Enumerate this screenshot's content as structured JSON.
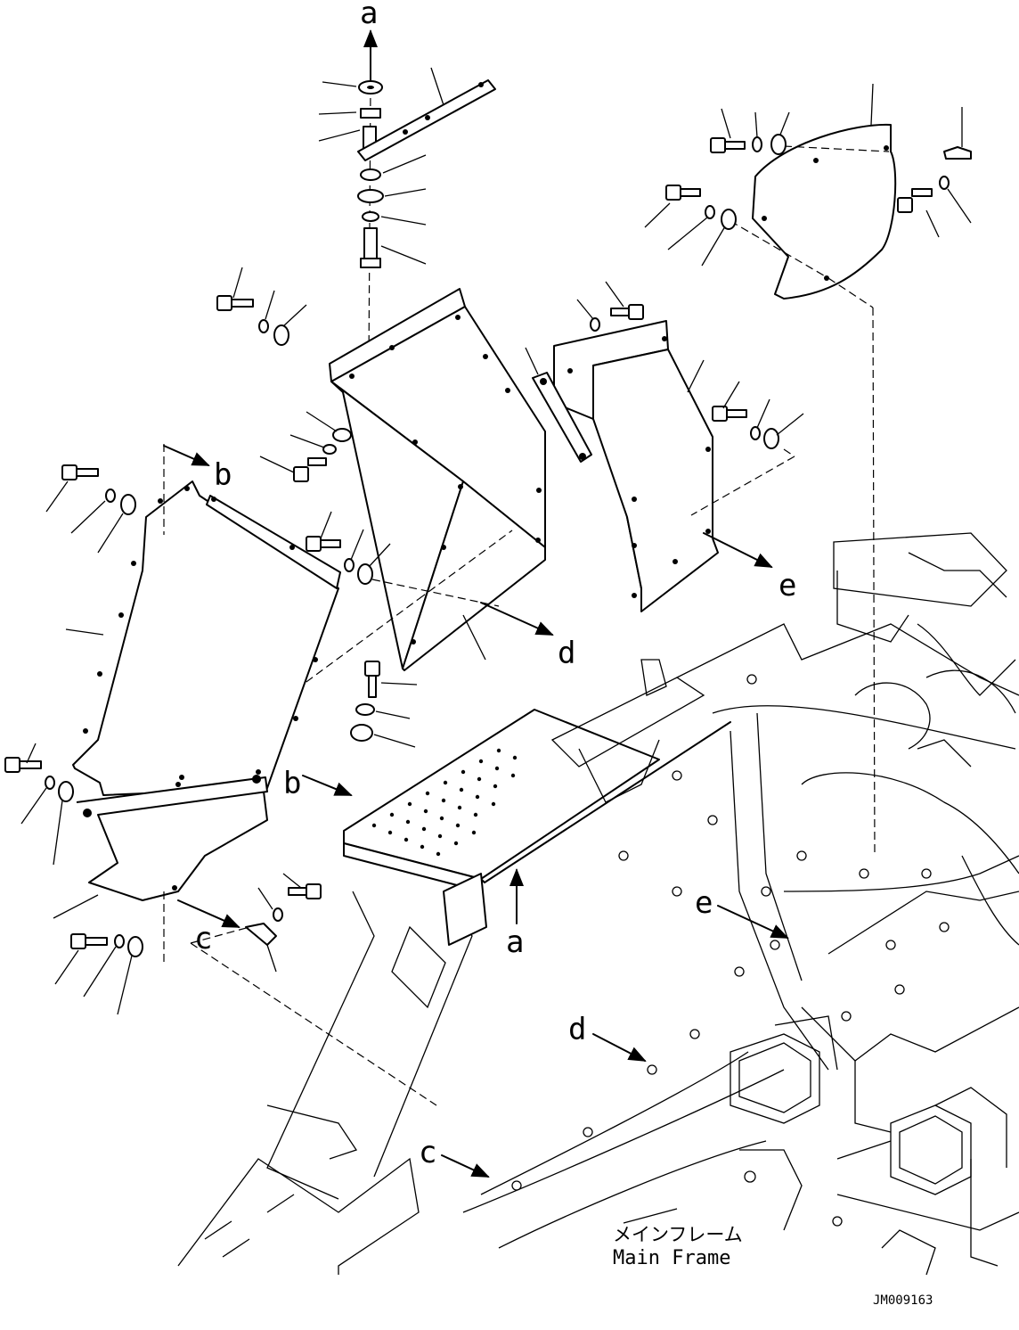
{
  "reference_labels": {
    "a": "a",
    "b": "b",
    "c": "c",
    "d": "d",
    "e": "e"
  },
  "main_frame": {
    "japanese": "メインフレーム",
    "english": "Main Frame"
  },
  "drawing_code": "JM009163"
}
